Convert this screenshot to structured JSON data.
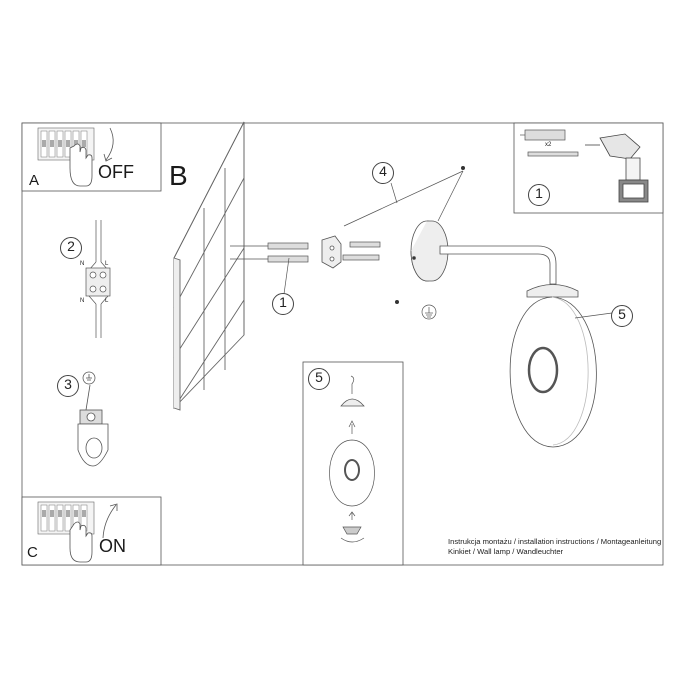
{
  "panels": {
    "A": {
      "letter": "A",
      "state": "OFF"
    },
    "B": {
      "letter": "B"
    },
    "C": {
      "letter": "C",
      "state": "ON"
    }
  },
  "steps": {
    "s1_kit": "1",
    "s1_wall": "1",
    "s2": "2",
    "s3": "3",
    "s4": "4",
    "s5_lamp": "5",
    "s5_box": "5"
  },
  "kit": {
    "multiplier": "x2"
  },
  "terminal": {
    "n_top": "N",
    "l_top": "L",
    "n_bottom": "N",
    "l_bottom": "L"
  },
  "footer": {
    "line1": "Instrukcja montażu / installation instructions / Montageanleitung",
    "line2": "Kinkiet / Wall lamp / Wandleuchter"
  },
  "icons": [
    "switch-panel-icon",
    "hand-icon",
    "drill-icon",
    "screw-anchor-icon",
    "ground-symbol-icon",
    "terminal-block-icon",
    "glass-shade-icon",
    "wall-tiles-icon",
    "bracket-icon",
    "rotate-arrow-icon"
  ]
}
